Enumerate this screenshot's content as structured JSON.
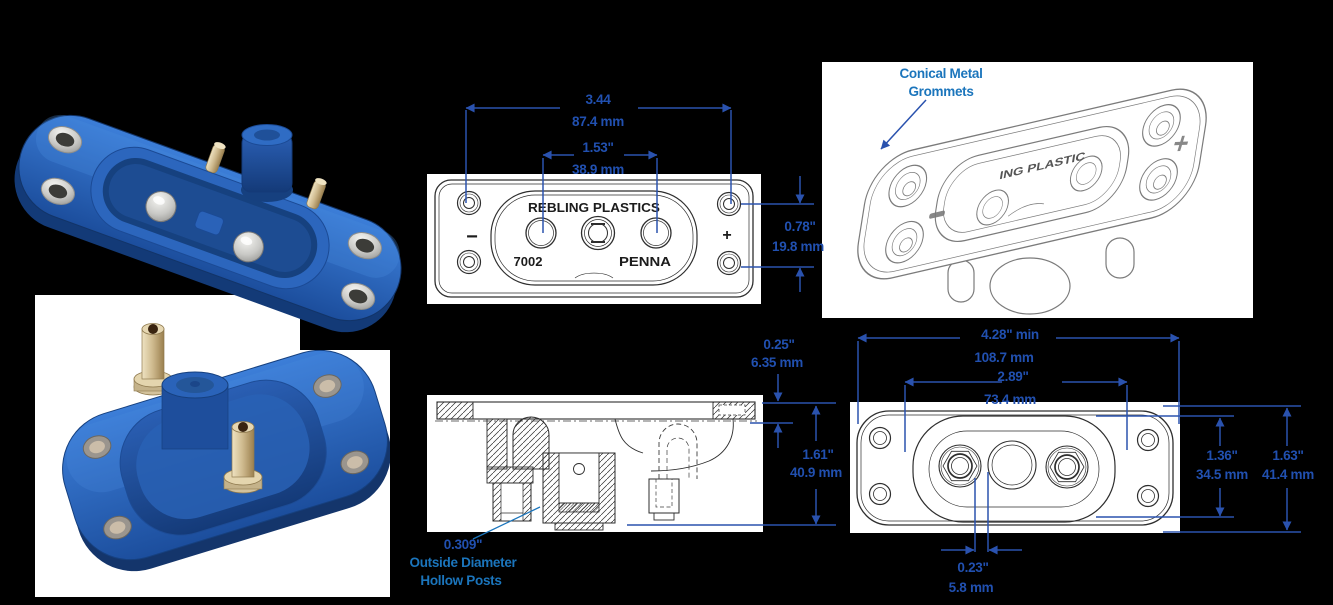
{
  "colors": {
    "background": "#000000",
    "dimension_blue": "#2150b0",
    "label_blue": "#1b75bc",
    "drawing_line": "#2e2e2e",
    "iso_line": "#7b7b7b",
    "connector_blue": "#2a62b8"
  },
  "face_drawing": {
    "brand": "REBLING PLASTICS",
    "model": "7002",
    "origin": "PENNA",
    "polarity_minus": "−",
    "polarity_plus": "+",
    "dim_width_in": "3.44",
    "dim_width_mm": "87.4 mm",
    "dim_pitch_in": "1.53\"",
    "dim_pitch_mm": "38.9 mm",
    "dim_height_in": "0.78\"",
    "dim_height_mm": "19.8 mm"
  },
  "iso_drawing": {
    "grommet_label_line1": "Conical Metal",
    "grommet_label_line2": "Grommets",
    "molded_text": "ING PLASTIC",
    "polarity_plus": "+"
  },
  "section_drawing": {
    "dim_flange_in": "0.25\"",
    "dim_flange_mm": "6.35 mm",
    "dim_height_in": "1.61\"",
    "dim_height_mm": "40.9 mm",
    "post_callout_value": "0.309\"",
    "post_callout_line2": "Outside Diameter",
    "post_callout_line3": "Hollow Posts"
  },
  "rear_drawing": {
    "dim_overall_w_in": "4.28\" min",
    "dim_overall_w_mm": "108.7 mm",
    "dim_inner_w_in": "2.89\"",
    "dim_inner_w_mm": "73.4 mm",
    "dim_inner_h_in": "1.36\"",
    "dim_inner_h_mm": "34.5 mm",
    "dim_overall_h_in": "1.63\"",
    "dim_overall_h_mm": "41.4 mm",
    "dim_socket_in": "0.23\"",
    "dim_socket_mm": "5.8 mm"
  }
}
